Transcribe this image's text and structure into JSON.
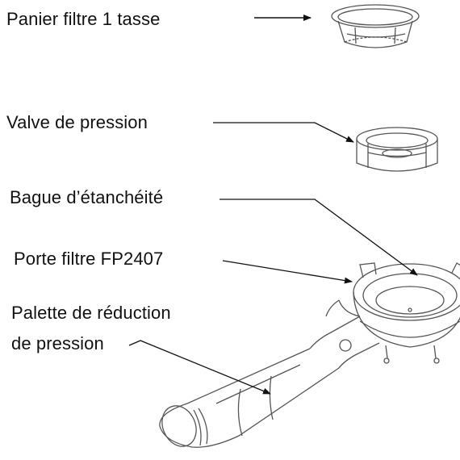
{
  "labels": {
    "basket": "Panier filtre 1 tasse",
    "valve": "Valve de pression",
    "seal": "Bague d’étanchéité",
    "holder": "Porte filtre FP2407",
    "pallet_line1": "Palette de réduction",
    "pallet_line2": "de pression"
  },
  "colors": {
    "ink": "#111111",
    "sketch": "#555555",
    "background": "#ffffff"
  }
}
